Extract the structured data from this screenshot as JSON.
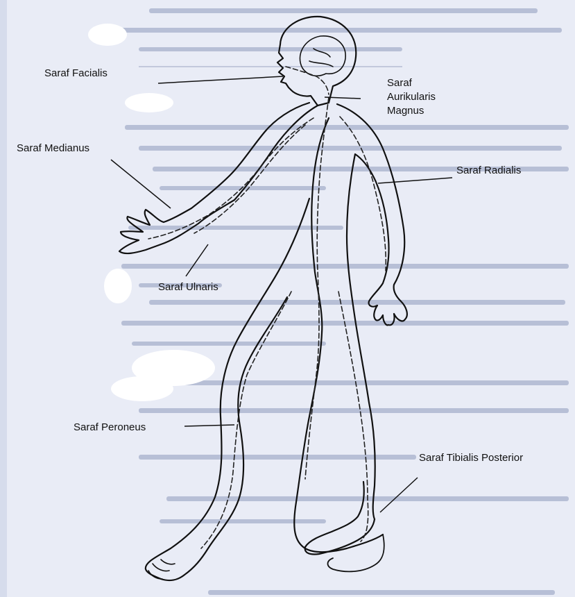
{
  "labels": {
    "facialis": "Saraf Facialis",
    "aurikularis": "Saraf\nAurikularis\nMagnus",
    "medianus": "Saraf Medianus",
    "radialis": "Saraf Radialis",
    "ulnaris": "Saraf Ulnaris",
    "peroneus": "Saraf Peroneus",
    "tibialis": "Saraf Tibialis Posterior"
  },
  "colors": {
    "background": "#d6dcec",
    "paper": "#e9ecf6",
    "ink": "#111111",
    "bleed_through_text": "#b7bfd6"
  }
}
